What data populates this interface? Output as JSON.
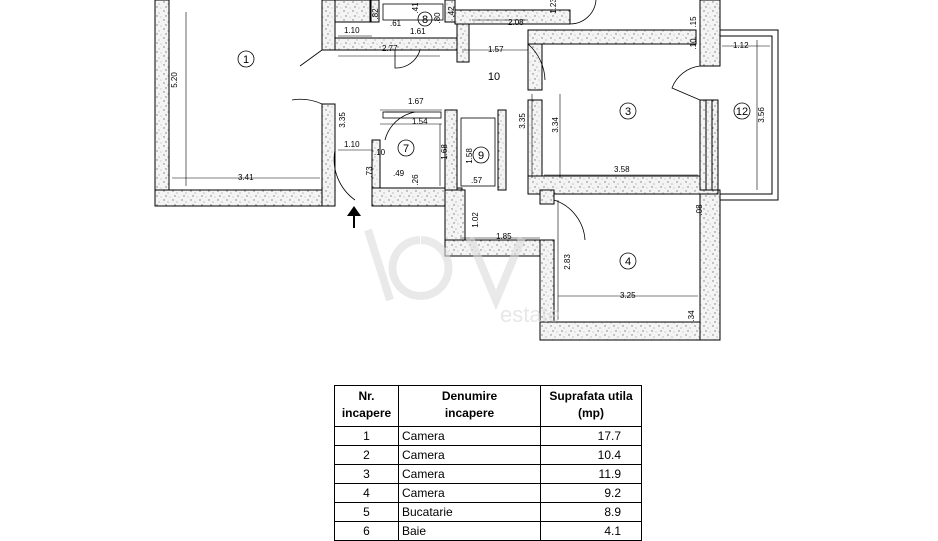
{
  "rooms": [
    {
      "num": "1"
    },
    {
      "num": "3"
    },
    {
      "num": "4"
    },
    {
      "num": "7"
    },
    {
      "num": "8"
    },
    {
      "num": "9"
    },
    {
      "num": "10"
    },
    {
      "num": "12"
    }
  ],
  "dimensions": [
    "5.20",
    "1.10",
    "2.77",
    "1.61",
    ".61",
    ".82",
    ".80",
    ".41",
    ".42",
    "2.08",
    "1.57",
    "1.23",
    "3.35",
    "1.67",
    "1.54",
    "1.68",
    "1.58",
    "1.10",
    ".10",
    ".73",
    ".49",
    ".26",
    ".57",
    "3.41",
    "1.02",
    "1.85",
    "3.34",
    "3.35",
    "3.58",
    "2.83",
    "3.25",
    "1.12",
    "3.56",
    ".15",
    ".10",
    ".08",
    ".34"
  ],
  "watermark": "estate",
  "table": {
    "headers": {
      "nr_line1": "Nr.",
      "nr_line2": "incapere",
      "name_line1": "Denumire",
      "name_line2": "incapere",
      "area_line1": "Suprafata utila",
      "area_line2": "(mp)"
    },
    "rows": [
      {
        "nr": "1",
        "name": "Camera",
        "area": "17.7"
      },
      {
        "nr": "2",
        "name": "Camera",
        "area": "10.4"
      },
      {
        "nr": "3",
        "name": "Camera",
        "area": "11.9"
      },
      {
        "nr": "4",
        "name": "Camera",
        "area": "9.2"
      },
      {
        "nr": "5",
        "name": "Bucatarie",
        "area": "8.9"
      },
      {
        "nr": "6",
        "name": "Baie",
        "area": "4.1"
      }
    ]
  }
}
